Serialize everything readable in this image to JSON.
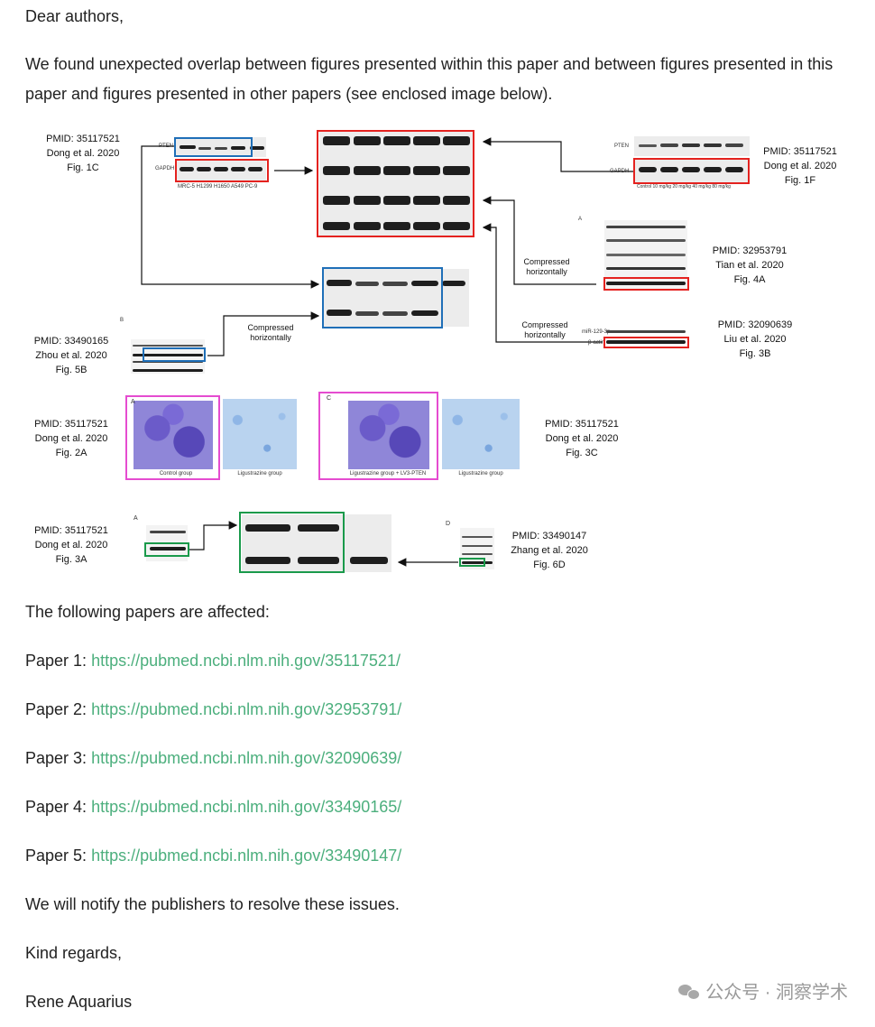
{
  "letter": {
    "greeting": "Dear authors,",
    "intro": "We found unexpected overlap between figures presented within this paper and between figures presented in this paper and figures presented in other papers (see enclosed image below).",
    "affected_heading": "The following papers are affected:",
    "papers": [
      {
        "label": "Paper 1:",
        "url": "https://pubmed.ncbi.nlm.nih.gov/35117521/"
      },
      {
        "label": "Paper 2:",
        "url": "https://pubmed.ncbi.nlm.nih.gov/32953791/"
      },
      {
        "label": "Paper 3:",
        "url": "https://pubmed.ncbi.nlm.nih.gov/32090639/"
      },
      {
        "label": "Paper 4:",
        "url": "https://pubmed.ncbi.nlm.nih.gov/33490165/"
      },
      {
        "label": "Paper 5:",
        "url": "https://pubmed.ncbi.nlm.nih.gov/33490147/"
      }
    ],
    "notify": "We will notify the publishers to resolve these issues.",
    "closing": "Kind regards,",
    "signature": "Rene Aquarius"
  },
  "figure": {
    "labels": [
      {
        "pmid": "PMID: 35117521",
        "ref": "Dong et al. 2020",
        "fig": "Fig. 1C"
      },
      {
        "pmid": "PMID: 35117521",
        "ref": "Dong et al. 2020",
        "fig": "Fig. 1F"
      },
      {
        "pmid": "PMID: 32953791",
        "ref": "Tian et al. 2020",
        "fig": "Fig. 4A"
      },
      {
        "pmid": "PMID: 32090639",
        "ref": "Liu et al. 2020",
        "fig": "Fig. 3B"
      },
      {
        "pmid": "PMID: 33490165",
        "ref": "Zhou et al. 2020",
        "fig": "Fig. 5B"
      },
      {
        "pmid": "PMID: 35117521",
        "ref": "Dong et al. 2020",
        "fig": "Fig. 2A"
      },
      {
        "pmid": "PMID: 35117521",
        "ref": "Dong et al. 2020",
        "fig": "Fig. 3C"
      },
      {
        "pmid": "PMID: 35117521",
        "ref": "Dong et al. 2020",
        "fig": "Fig. 3A"
      },
      {
        "pmid": "PMID: 33490147",
        "ref": "Zhang et al. 2020",
        "fig": "Fig. 6D"
      }
    ],
    "compressed": "Compressed horizontally",
    "blot_text": {
      "pten": "PTEN",
      "gapdh": "GAPDH",
      "cell_lines": "MRC-5   H1299   H1650   A549   PC-9",
      "doses": "Control   10 mg/kg   20 mg/kg   40 mg/kg   80 mg/kg",
      "mir": "miR-129-3p",
      "bactin": "β-actin",
      "control_group": "Control group",
      "ligu_group": "Ligustrazine group",
      "ligu_lv3": "Ligustrazine group + LV3-PTEN",
      "panel_a": "A",
      "panel_b": "B",
      "panel_c": "C",
      "panel_d": "D"
    }
  },
  "watermark": "公众号 · 洞察学术"
}
